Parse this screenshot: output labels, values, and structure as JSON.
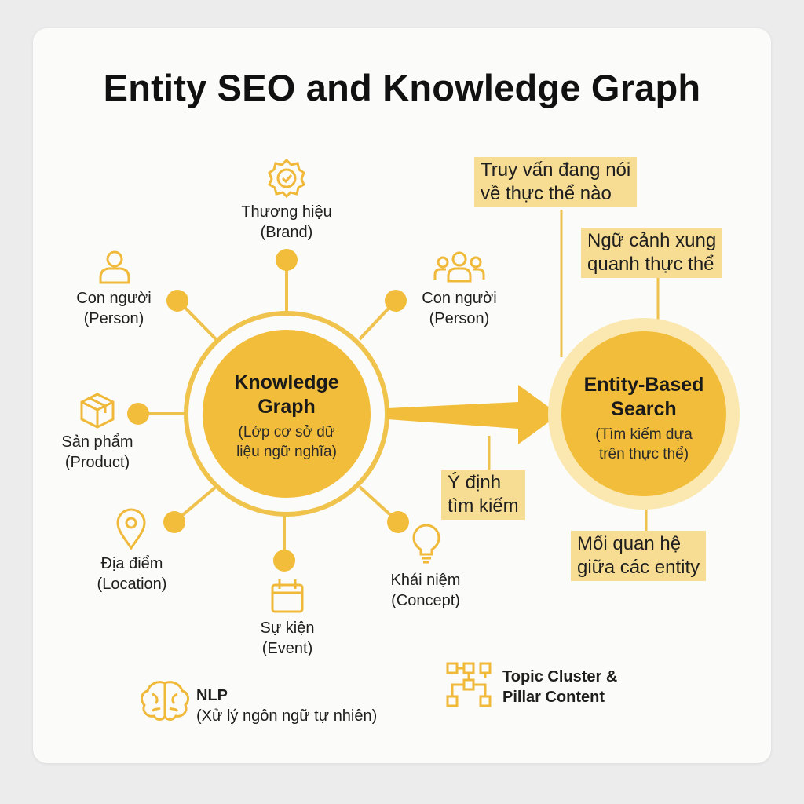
{
  "title": "Entity SEO and Knowledge Graph",
  "colors": {
    "accent": "#f2bd3a",
    "accent_light": "#fbe8b0",
    "box_fill": "#f7dd93",
    "line": "#efc24e"
  },
  "hub_left": {
    "title_line1": "Knowledge",
    "title_line2": "Graph",
    "sub_line1": "(Lớp cơ sở dữ",
    "sub_line2": "liệu ngữ nghĩa)"
  },
  "hub_right": {
    "title_line1": "Entity-Based",
    "title_line2": "Search",
    "sub_line1": "(Tìm kiếm dựa",
    "sub_line2": "trên thực thể)"
  },
  "entities": [
    {
      "line1": "Thương hiệu",
      "line2": "(Brand)",
      "icon": "badge-check-icon"
    },
    {
      "line1": "Con người",
      "line2": "(Person)",
      "icon": "user-icon"
    },
    {
      "line1": "Con người",
      "line2": "(Person)",
      "icon": "users-group-icon"
    },
    {
      "line1": "Sản phẩm",
      "line2": "(Product)",
      "icon": "box-icon"
    },
    {
      "line1": "Địa điểm",
      "line2": "(Location)",
      "icon": "map-pin-icon"
    },
    {
      "line1": "Sự kiện",
      "line2": "(Event)",
      "icon": "calendar-icon"
    },
    {
      "line1": "Khái niệm",
      "line2": "(Concept)",
      "icon": "lightbulb-icon"
    }
  ],
  "callouts": [
    {
      "line1": "Truy vấn đang nói",
      "line2": "về thực thể nào"
    },
    {
      "line1": "Ngữ cảnh xung",
      "line2": "quanh thực thể"
    },
    {
      "line1": "Ý định",
      "line2": "tìm kiếm"
    },
    {
      "line1": "Mối quan hệ",
      "line2": "giữa các entity"
    }
  ],
  "legend": {
    "nlp_title": "NLP",
    "nlp_sub": "(Xử lý ngôn ngữ tự nhiên)",
    "nlp_icon": "brain-icon",
    "topic_line1": "Topic Cluster &",
    "topic_line2": "Pillar Content",
    "topic_icon": "flowchart-icon"
  }
}
